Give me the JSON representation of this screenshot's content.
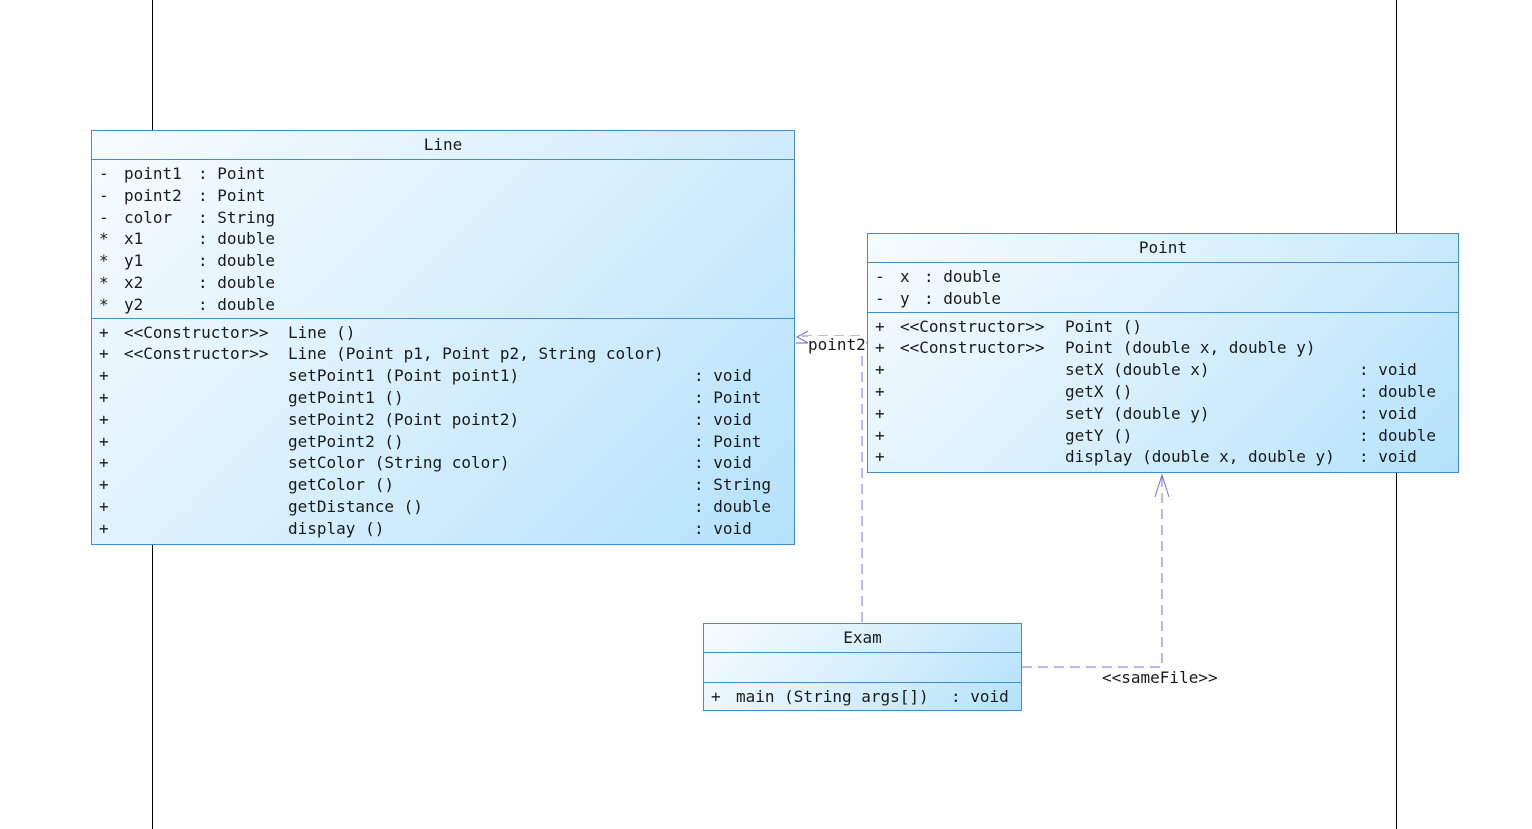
{
  "classes": {
    "line": {
      "name": "Line",
      "attributes": [
        {
          "vis": "-",
          "name": "point1",
          "type": ": Point"
        },
        {
          "vis": "-",
          "name": "point2",
          "type": ": Point"
        },
        {
          "vis": "-",
          "name": "color",
          "type": ": String"
        },
        {
          "vis": "*",
          "name": "x1",
          "type": ": double"
        },
        {
          "vis": "*",
          "name": "y1",
          "type": ": double"
        },
        {
          "vis": "*",
          "name": "x2",
          "type": ": double"
        },
        {
          "vis": "*",
          "name": "y2",
          "type": ": double"
        }
      ],
      "operations": [
        {
          "vis": "+",
          "stereo": "<<Constructor>>",
          "sig": "Line ()",
          "ret": ""
        },
        {
          "vis": "+",
          "stereo": "<<Constructor>>",
          "sig": "Line (Point p1, Point p2, String color)",
          "ret": ""
        },
        {
          "vis": "+",
          "stereo": "",
          "sig": "setPoint1 (Point point1)",
          "ret": ": void"
        },
        {
          "vis": "+",
          "stereo": "",
          "sig": "getPoint1 ()",
          "ret": ": Point"
        },
        {
          "vis": "+",
          "stereo": "",
          "sig": "setPoint2 (Point point2)",
          "ret": ": void"
        },
        {
          "vis": "+",
          "stereo": "",
          "sig": "getPoint2 ()",
          "ret": ": Point"
        },
        {
          "vis": "+",
          "stereo": "",
          "sig": "setColor (String color)",
          "ret": ": void"
        },
        {
          "vis": "+",
          "stereo": "",
          "sig": "getColor ()",
          "ret": ": String"
        },
        {
          "vis": "+",
          "stereo": "",
          "sig": "getDistance ()",
          "ret": ": double"
        },
        {
          "vis": "+",
          "stereo": "",
          "sig": "display ()",
          "ret": ": void"
        }
      ]
    },
    "point": {
      "name": "Point",
      "attributes": [
        {
          "vis": "-",
          "name": "x",
          "type": ": double"
        },
        {
          "vis": "-",
          "name": "y",
          "type": ": double"
        }
      ],
      "operations": [
        {
          "vis": "+",
          "stereo": "<<Constructor>>",
          "sig": "Point ()",
          "ret": ""
        },
        {
          "vis": "+",
          "stereo": "<<Constructor>>",
          "sig": "Point (double x, double y)",
          "ret": ""
        },
        {
          "vis": "+",
          "stereo": "",
          "sig": "setX (double x)",
          "ret": ": void"
        },
        {
          "vis": "+",
          "stereo": "",
          "sig": "getX ()",
          "ret": ": double"
        },
        {
          "vis": "+",
          "stereo": "",
          "sig": "setY (double y)",
          "ret": ": void"
        },
        {
          "vis": "+",
          "stereo": "",
          "sig": "getY ()",
          "ret": ": double"
        },
        {
          "vis": "+",
          "stereo": "",
          "sig": "display (double x, double y)",
          "ret": ": void"
        }
      ]
    },
    "exam": {
      "name": "Exam",
      "attributes": [],
      "operations": [
        {
          "vis": "+",
          "stereo": "",
          "sig": "main (String args[])",
          "ret": ": void"
        }
      ]
    }
  },
  "connectors": {
    "point2_label": "point2",
    "samefile_label": "<<sameFile>>"
  },
  "colors": {
    "class_border": "#3f8fd0",
    "dependency_line": "#7b6fe0",
    "association_line": "#4a6fd0"
  }
}
